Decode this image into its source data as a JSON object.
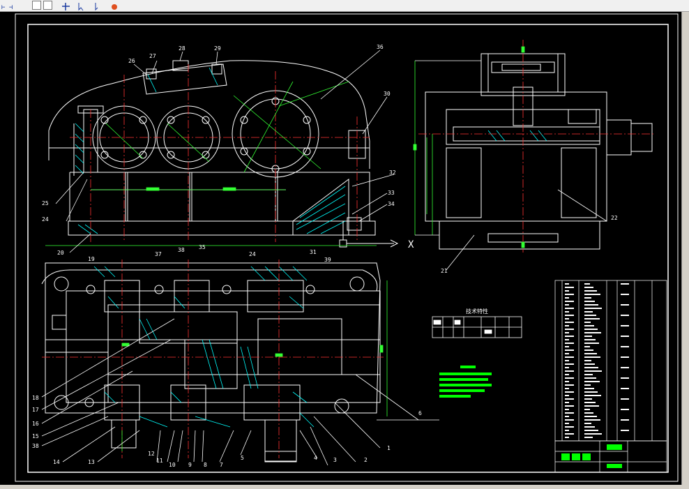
{
  "toolbar": {
    "icons": [
      "dimension-icon",
      "rectangle-icon",
      "rectangle-icon",
      "move-icon",
      "pointer-icon",
      "pointer-icon",
      "fire-icon"
    ]
  },
  "colors": {
    "line": "#ffffff",
    "center": "#ff3333",
    "dim": "#33ff33",
    "hatch": "#00ffff",
    "text": "#ffffff",
    "block": "#00ff00"
  },
  "labels": {
    "top_view": [
      "26",
      "27",
      "28",
      "29",
      "36",
      "30",
      "32",
      "33",
      "34",
      "25",
      "24",
      "20"
    ],
    "side_view": [
      "22",
      "21"
    ],
    "bottom_view": [
      "19",
      "37",
      "38",
      "35",
      "24",
      "31",
      "39",
      "18",
      "17",
      "16",
      "15",
      "38",
      "14",
      "13",
      "12",
      "11",
      "10",
      "9",
      "8",
      "7",
      "5",
      "4",
      "3",
      "2",
      "1",
      "6"
    ]
  },
  "table_title": "技术特性",
  "axis_label": "X"
}
